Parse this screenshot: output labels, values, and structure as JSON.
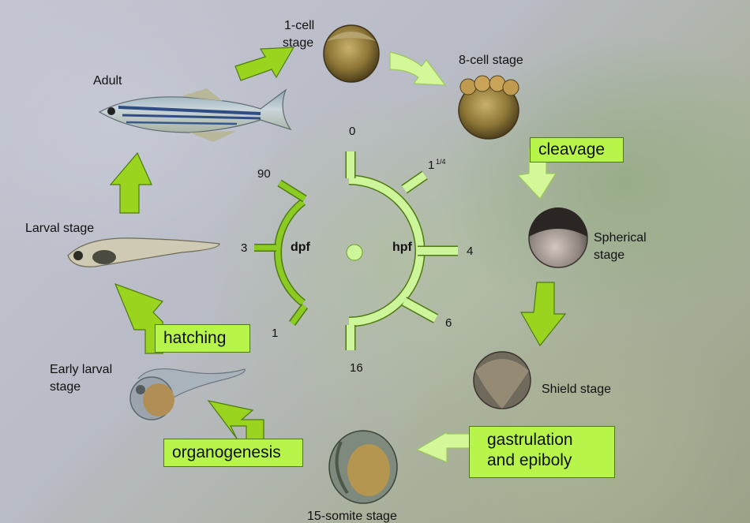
{
  "stages": {
    "one_cell": [
      "1-cell",
      "stage"
    ],
    "eight_cell": "8-cell stage",
    "spherical": [
      "Spherical",
      "stage"
    ],
    "shield": "Shield stage",
    "somite": "15-somite stage",
    "early_larval": [
      "Early larval",
      "stage"
    ],
    "larval": "Larval stage",
    "adult": "Adult"
  },
  "processes": {
    "cleavage": "cleavage",
    "gastrulation": [
      "gastrulation",
      "and epiboly"
    ],
    "organogenesis": "organogenesis",
    "hatching": "hatching"
  },
  "clock": {
    "hpf_label": "hpf",
    "dpf_label": "dpf",
    "hpf_ticks": {
      "t0": "0",
      "t1_base": "1",
      "t1_sup": "1/4",
      "t4": "4",
      "t6": "6",
      "t16": "16"
    },
    "dpf_ticks": {
      "t90": "90",
      "t3": "3",
      "t1": "1"
    }
  },
  "colors": {
    "arrow_dark": "#9ad41e",
    "arrow_light": "#d4f79a",
    "label_box": "#b8f54a",
    "hpf_scale": "#cdf59a",
    "dpf_scale": "#8ccc22"
  }
}
